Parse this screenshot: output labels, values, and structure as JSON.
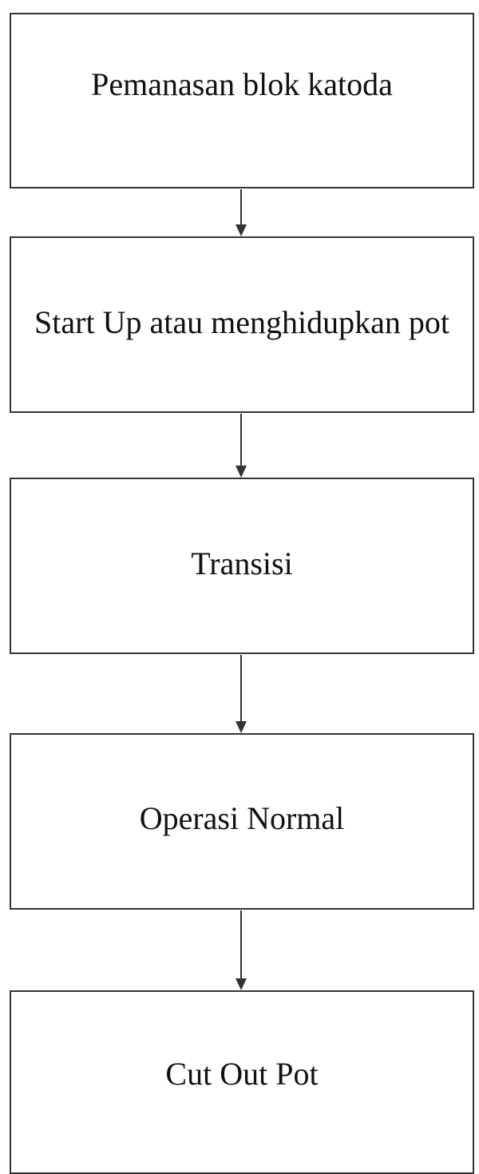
{
  "flowchart": {
    "steps": [
      {
        "label": "Pemanasan blok katoda"
      },
      {
        "label": "Start Up atau menghidupkan pot"
      },
      {
        "label": "Transisi"
      },
      {
        "label": "Operasi Normal"
      },
      {
        "label": "Cut Out Pot"
      }
    ],
    "colors": {
      "border": "#333333",
      "arrow": "#333333",
      "text": "#111111"
    }
  }
}
